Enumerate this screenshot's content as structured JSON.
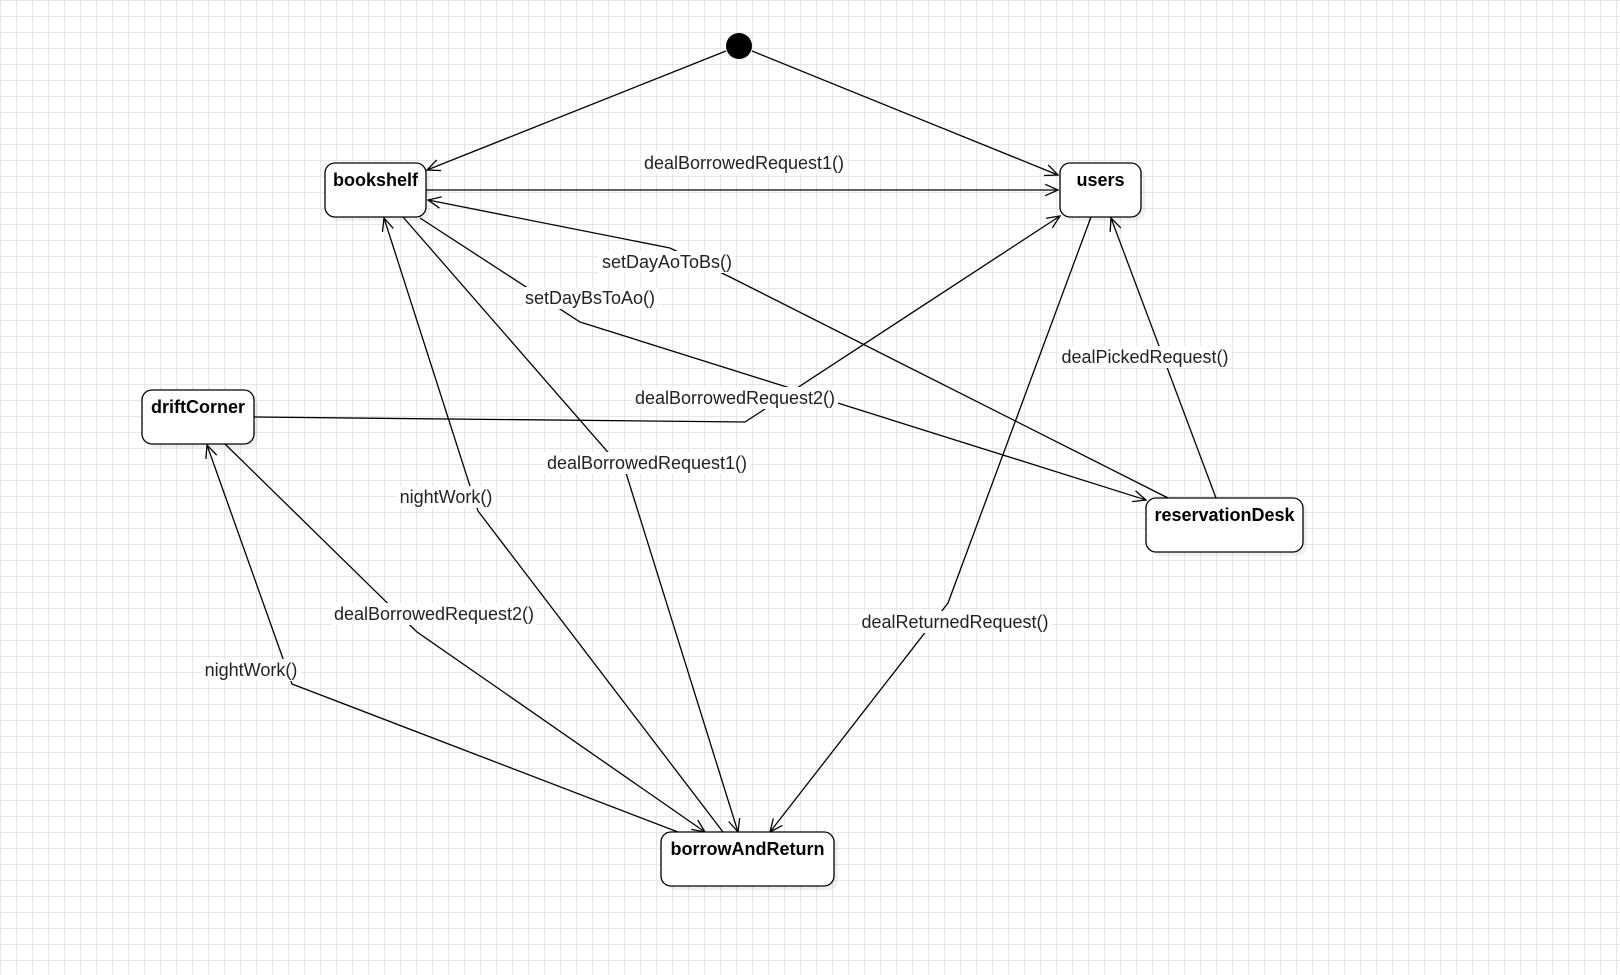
{
  "states": [
    {
      "id": "bookshelf",
      "label": "bookshelf"
    },
    {
      "id": "users",
      "label": "users"
    },
    {
      "id": "driftCorner",
      "label": "driftCorner"
    },
    {
      "id": "reservationDesk",
      "label": "reservationDesk"
    },
    {
      "id": "borrowAndReturn",
      "label": "borrowAndReturn"
    }
  ],
  "transitions": [
    {
      "id": "init-bookshelf",
      "from": "initial",
      "to": "bookshelf",
      "label": ""
    },
    {
      "id": "init-users",
      "from": "initial",
      "to": "users",
      "label": ""
    },
    {
      "id": "bookshelf-users",
      "from": "bookshelf",
      "to": "users",
      "label": "dealBorrowedRequest1()"
    },
    {
      "id": "reservation-bookshelf",
      "from": "reservationDesk",
      "to": "bookshelf",
      "label": "setDayAoToBs()"
    },
    {
      "id": "bookshelf-reservation",
      "from": "bookshelf",
      "to": "reservationDesk",
      "label": "setDayBsToAo()"
    },
    {
      "id": "drift-users",
      "from": "driftCorner",
      "to": "users",
      "label": "dealBorrowedRequest2()"
    },
    {
      "id": "reservation-users",
      "from": "reservationDesk",
      "to": "users",
      "label": "dealPickedRequest()"
    },
    {
      "id": "bookshelf-borrow",
      "from": "bookshelf",
      "to": "borrowAndReturn",
      "label": "dealBorrowedRequest1()"
    },
    {
      "id": "borrow-bookshelf",
      "from": "borrowAndReturn",
      "to": "bookshelf",
      "label": "nightWork()"
    },
    {
      "id": "users-borrow",
      "from": "users",
      "to": "borrowAndReturn",
      "label": "dealReturnedRequest()"
    },
    {
      "id": "drift-borrow",
      "from": "driftCorner",
      "to": "borrowAndReturn",
      "label": "dealBorrowedRequest2()"
    },
    {
      "id": "borrow-drift",
      "from": "borrowAndReturn",
      "to": "driftCorner",
      "label": "nightWork()"
    }
  ]
}
